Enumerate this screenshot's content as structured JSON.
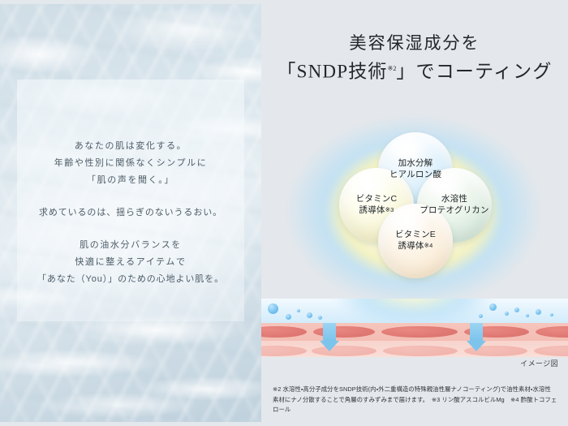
{
  "left": {
    "lines": [
      "あなたの肌は変化する。",
      "年齢や性別に関係なくシンプルに",
      "「肌の声を聞く。」",
      "求めているのは、揺らぎのないうるおい。",
      "肌の油水分バランスを",
      "快適に整えるアイテムで",
      "「あなた（You）」のための心地よい肌を。"
    ]
  },
  "right": {
    "headline_line1": "美容保湿成分を",
    "headline_line2_a": "「SNDP技術",
    "headline_line2_sup": "※2",
    "headline_line2_b": "」でコーティング",
    "bubbles": [
      {
        "id": "hydrolyzed-hyaluronic-acid",
        "line1": "加水分解",
        "line2": "ヒアルロン酸",
        "sup": "",
        "color": "#cfeaf9"
      },
      {
        "id": "vitamin-c-derivative",
        "line1": "ビタミンC",
        "line2": "誘導体",
        "sup": "※3",
        "color": "#f6f3cf"
      },
      {
        "id": "water-soluble-proteoglycan",
        "line1": "水溶性",
        "line2": "プロテオグリカン",
        "sup": "",
        "color": "#dcece0"
      },
      {
        "id": "vitamin-e-derivative",
        "line1": "ビタミンE",
        "line2": "誘導体",
        "sup": "※4",
        "color": "#fbeed9"
      }
    ],
    "image_label": "イメージ図",
    "footnote_line1": "※2 水溶性・高分子成分をSNDP技術(内・外二重構造の特殊親油性層ナノコーティング)で油性素材・水溶性",
    "footnote_line2": "素材にナノ分散することで角層のすみずみまで届けます。　※3 リン酸アスコルビルMg　※4 酢酸トコフェロール"
  },
  "colors": {
    "right_panel_bg": "#e4e8ec",
    "water_blue": "#cfdde6",
    "glow_yellow": "#fdf5ba",
    "glow_blue": "#b3def6",
    "skin_red": "#dd6f6a",
    "arrow_blue": "#7cc4ec",
    "headline_ink": "#22272b",
    "body_ink": "#4c5b66"
  }
}
